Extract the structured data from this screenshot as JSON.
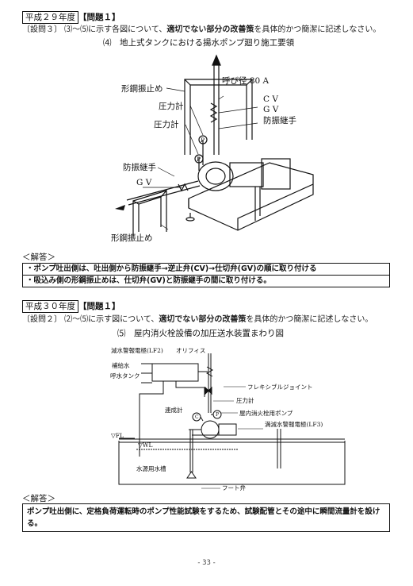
{
  "section1": {
    "year_label": "平成２９年度",
    "problem_label": "【問題１】",
    "question_prefix": "〔設問３〕 ⑶〜⑸に示す各図について、",
    "question_bold": "適切でない部分の改善策",
    "question_suffix": "を具体的かつ簡潔に記述しなさい。",
    "figure_title": "⑷　地上式タンクにおける揚水ポンプ廻り施工要領",
    "labels": {
      "nominal": "呼び径 80 A",
      "steel_brace_top": "形鋼振止め",
      "cv": "C V",
      "gv_right": "G V",
      "joint_right": "防振継手",
      "gauge1": "圧力計",
      "gauge2": "圧力計",
      "joint_left": "防振継手",
      "gv_left": "G V",
      "steel_brace_bottom": "形鋼振止め",
      "p_mark": "P"
    },
    "answer_heading": "＜解答＞",
    "answers": [
      "・ポンプ吐出側は、吐出側から防振継手→逆止弁(CV)→仕切弁(GV)の順に取り付ける",
      "・吸込み側の形鋼振止めは、仕切弁(GV)と防振継手の間に取り付ける。"
    ]
  },
  "section2": {
    "year_label": "平成３０年度",
    "problem_label": "【問題１】",
    "question_prefix": "〔設問２〕 ⑵〜⑸に示す図について、",
    "question_bold": "適切でない部分の改善策",
    "question_suffix": "を具体的かつ簡潔に記述しなさい。",
    "figure_title": "⑸　屋内消火栓設備の加圧送水装置まわり図",
    "labels": {
      "lf2": "減水警報電極(LF2)",
      "orifice": "オリフィス",
      "supply_water": "補給水",
      "priming_tank": "呼水タンク",
      "flex_joint": "フレキシブルジョイント",
      "pressure_gauge": "圧力計",
      "compound_gauge": "連成計",
      "fire_pump": "屋内消火栓用ポンプ",
      "lf3": "満減水警報電極(LF3)",
      "fl": "▽FL",
      "wl": "▽WL",
      "tank": "水源用水槽",
      "foot_valve": "フート弁",
      "c_mark": "C",
      "p_mark": "P"
    },
    "answer_heading": "＜解答＞",
    "answer": "ポンプ吐出側に、定格負荷運転時のポンプ性能試験をするため、試験配管とその途中に瞬間流量計を設ける。"
  },
  "page_number": "- 33 -"
}
